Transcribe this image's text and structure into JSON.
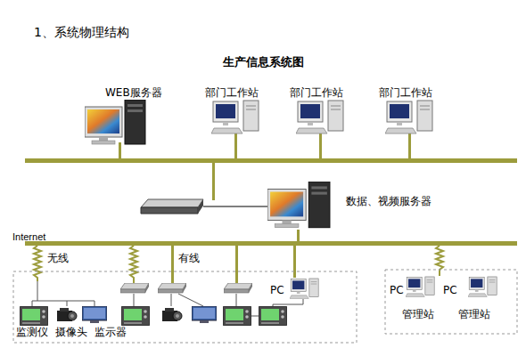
{
  "diagram": {
    "title": "生产信息系统图",
    "nodes": [
      {
        "text": [
          "WEB服务器"
        ]
      },
      {
        "text": [
          "部门工作站"
        ]
      },
      {
        "text": [
          "部门工作站"
        ]
      },
      {
        "text": [
          "部门工作站"
        ]
      },
      {
        "text": [
          "数据、视频服务器"
        ]
      },
      {
        "text": [
          "PC"
        ]
      },
      {
        "text": [
          "PC",
          "管理站"
        ]
      },
      {
        "text": [
          "PC",
          "管理站"
        ]
      },
      {
        "text": [
          "监测仪"
        ]
      },
      {
        "text": [
          "摄像头"
        ]
      },
      {
        "text": [
          "监示器"
        ]
      }
    ],
    "labels": [
      "1、系统物理结构",
      "Internet",
      "无线",
      "有线"
    ]
  }
}
